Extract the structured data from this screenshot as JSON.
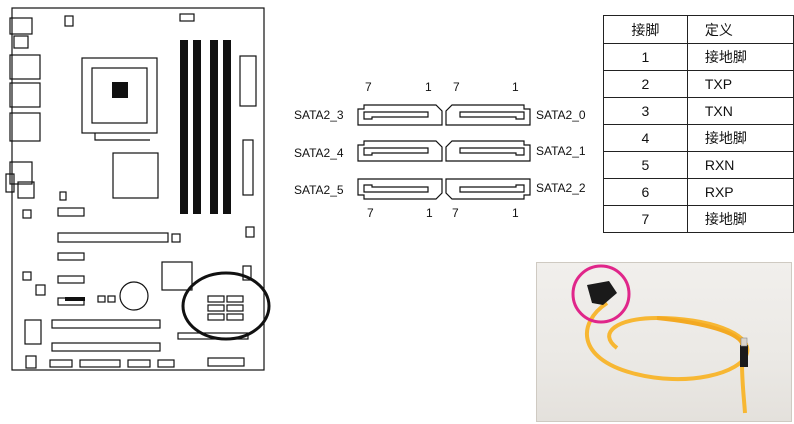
{
  "sata_diagram": {
    "ports_left": [
      "SATA2_3",
      "SATA2_4",
      "SATA2_5"
    ],
    "ports_right": [
      "SATA2_0",
      "SATA2_1",
      "SATA2_2"
    ],
    "pin_labels": {
      "first": "7",
      "last": "1"
    }
  },
  "pin_table": {
    "headers": {
      "pin": "接脚",
      "definition": "定义"
    },
    "rows": [
      {
        "pin": "1",
        "definition": "接地脚"
      },
      {
        "pin": "2",
        "definition": "TXP"
      },
      {
        "pin": "3",
        "definition": "TXN"
      },
      {
        "pin": "4",
        "definition": "接地脚"
      },
      {
        "pin": "5",
        "definition": "RXN"
      },
      {
        "pin": "6",
        "definition": "RXP"
      },
      {
        "pin": "7",
        "definition": "接地脚"
      }
    ]
  },
  "colors": {
    "line": "#111111",
    "cable": "#f7b733",
    "highlight_circle": "#e0268a"
  }
}
